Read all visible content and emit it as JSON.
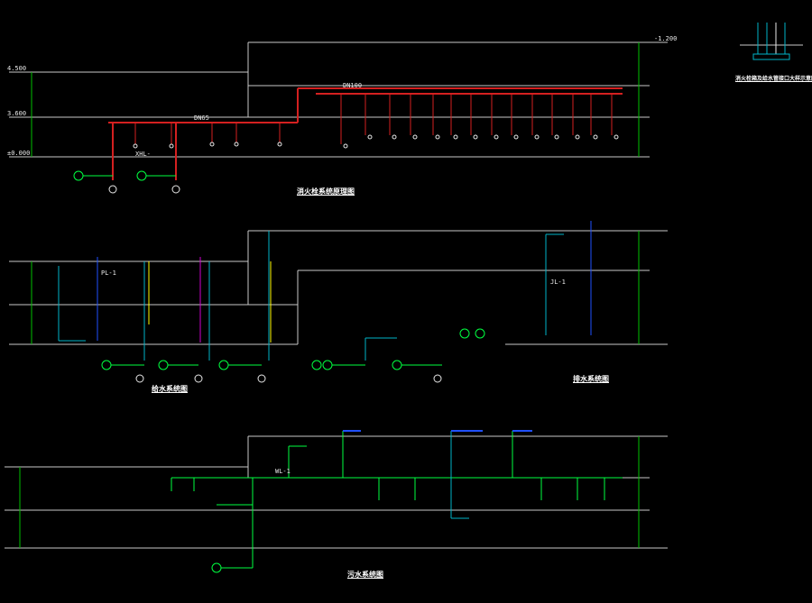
{
  "colors": {
    "background": "#000000",
    "floor_line": "#c8c8c8",
    "dim_line": "#00c000",
    "fire_pipe": "#d42020",
    "water_pipe": "#00b4c8",
    "drain_pipe": "#2050ff",
    "gas_pipe": "#d000d0",
    "waste_pipe": "#ffff00",
    "valve": "#00ff40",
    "text": "#e8e8e8"
  },
  "titles": {
    "fire_system": "消火栓系统原理图",
    "supply_system": "给水系统图",
    "drain_system": "排水系统图",
    "waste_system": "污水系统图",
    "inset": "消火栓箱及给水管接口大样示意图"
  },
  "labels": {
    "riser_prefix": "XHL-",
    "pipe_dn": "DN100",
    "pipe_dn_small": "DN65",
    "elevation": "±0.000",
    "level_top": "4.500",
    "level_mid": "3.600",
    "level_low": "-1.200",
    "drain_riser": "PL-1",
    "waste_riser": "WL-1",
    "water_riser": "JL-1"
  },
  "icons": {
    "valve": "valve-icon",
    "meter": "water-meter-icon",
    "pump": "pump-icon"
  }
}
